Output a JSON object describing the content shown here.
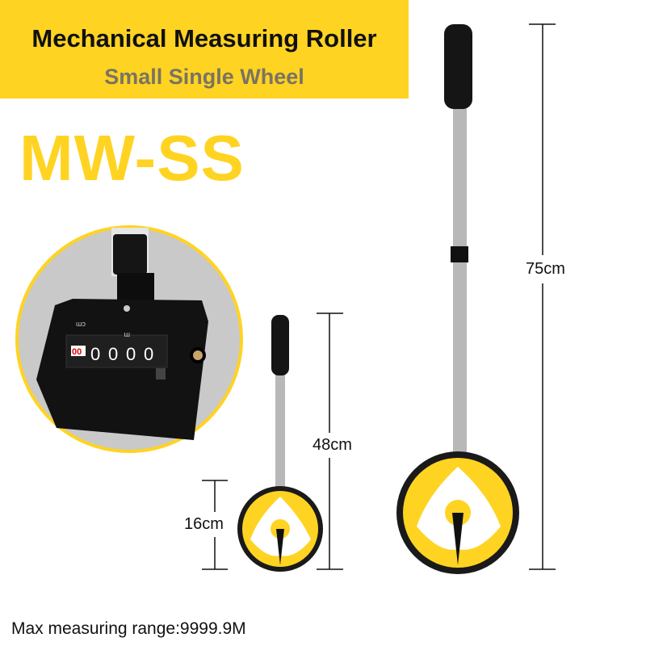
{
  "header": {
    "title": "Mechanical Measuring Roller",
    "subtitle": "Small Single Wheel"
  },
  "model": "MW-SS",
  "counter": {
    "unit_cm": "cm",
    "unit_m": "m",
    "decimal_digits": "00",
    "digits": [
      "0",
      "0",
      "0",
      "0"
    ]
  },
  "dimensions": {
    "large_height": "75cm",
    "small_height": "48cm",
    "wheel_diameter": "16cm"
  },
  "footer": "Max measuring range:9999.9M",
  "colors": {
    "accent": "#FFD322",
    "subtitle": "#7a7363",
    "product_body": "#111111"
  }
}
